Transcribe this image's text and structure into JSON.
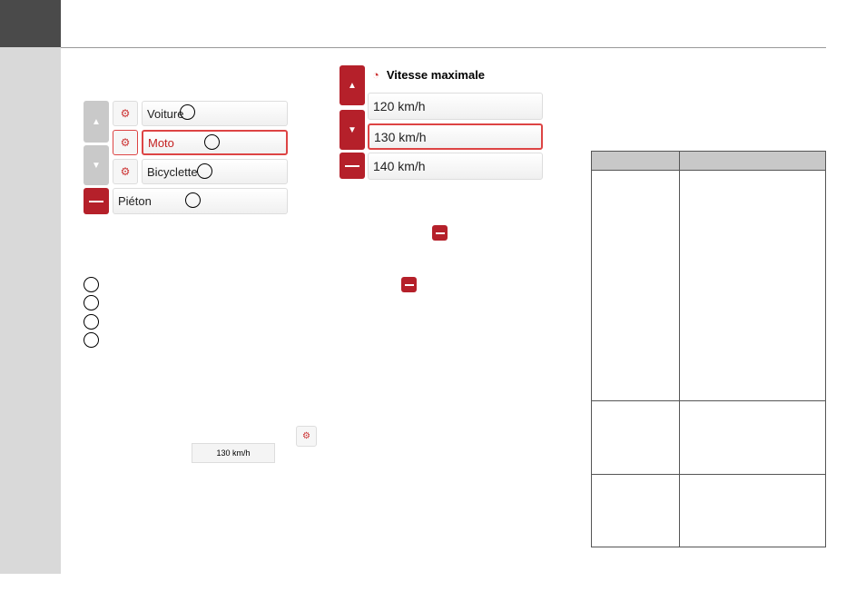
{
  "vehicle_menu": {
    "items": [
      {
        "label": "Voiture"
      },
      {
        "label": "Moto"
      },
      {
        "label": "Bicyclette"
      },
      {
        "label": "Piéton"
      }
    ],
    "selected": "Moto"
  },
  "speed_menu": {
    "title": "Vitesse maximale",
    "options": [
      "120 km/h",
      "130 km/h",
      "140 km/h"
    ],
    "selected": "130 km/h"
  },
  "inline_speed": "130 km/h",
  "colors": {
    "accent": "#b5202a"
  }
}
